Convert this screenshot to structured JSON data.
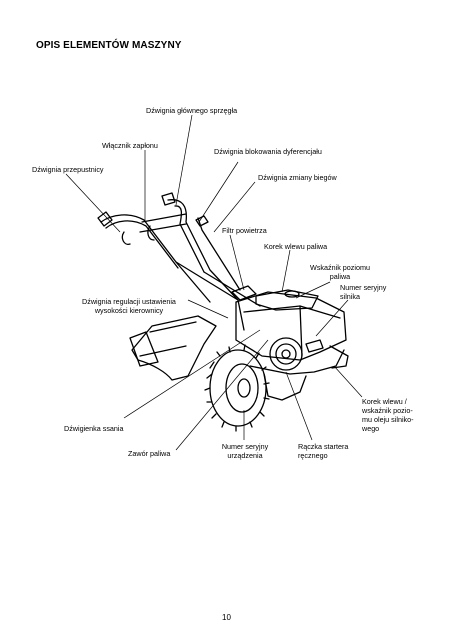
{
  "heading": "OPIS ELEMENTÓW MASZYNY",
  "labels": {
    "clutch_lever": "Dźwignia głównego sprzęgła",
    "ignition_switch": "Włącznik zapłonu",
    "diff_lock_lever": "Dźwignia blokowania dyferencjału",
    "throttle_lever": "Dźwignia przepustnicy",
    "gear_lever": "Dźwignia zmiany biegów",
    "air_filter": "Filtr powietrza",
    "fuel_cap": "Korek wlewu paliwa",
    "fuel_gauge_1": "Wskaźnik poziomu",
    "fuel_gauge_2": "paliwa",
    "engine_serial_1": "Numer seryjny",
    "engine_serial_2": "silnika",
    "handle_height_1": "Dźwignia regulacji ustawienia",
    "handle_height_2": "wysokości kierownicy",
    "oil_cap_1": "Korek wlewu /",
    "oil_cap_2": "wskaźnik pozio-",
    "oil_cap_3": "mu oleju silniko-",
    "oil_cap_4": "wego",
    "choke_lever": "Dźwigienka ssania",
    "device_serial_1": "Numer seryjny",
    "device_serial_2": "urządzenia",
    "starter_handle_1": "Rączka startera",
    "starter_handle_2": "ręcznego",
    "fuel_valve": "Zawór paliwa"
  },
  "page_number": "10"
}
